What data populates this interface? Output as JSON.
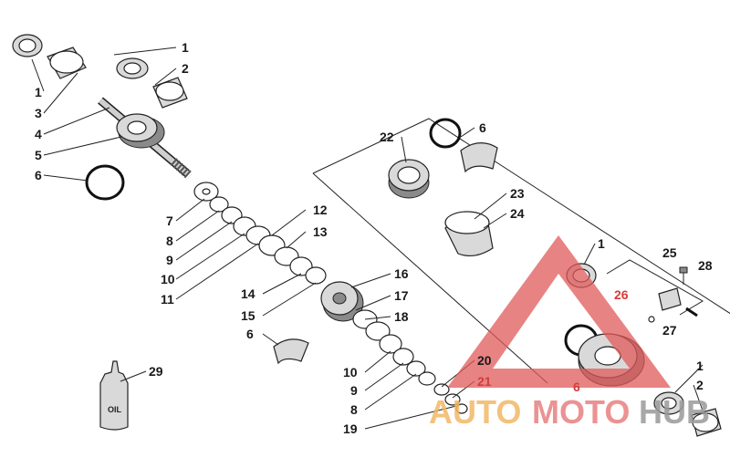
{
  "labels": {
    "l1a": "1",
    "l2a": "2",
    "l1b": "1",
    "l3": "3",
    "l4": "4",
    "l5": "5",
    "l6a": "6",
    "l7": "7",
    "l8a": "8",
    "l9a": "9",
    "l10a": "10",
    "l11": "11",
    "l12": "12",
    "l13": "13",
    "l14": "14",
    "l15": "15",
    "l6b": "6",
    "l16": "16",
    "l17": "17",
    "l18": "18",
    "l10b": "10",
    "l9b": "9",
    "l8b": "8",
    "l19": "19",
    "l20": "20",
    "l21": "21",
    "l22": "22",
    "l6c": "6",
    "l23": "23",
    "l24": "24",
    "l1c": "1",
    "l25": "25",
    "l28": "28",
    "l26": "26",
    "l27": "27",
    "l6d": "6",
    "l1d": "1",
    "l2b": "2",
    "l29": "29"
  },
  "oil_bottle_text": "OIL",
  "watermark": {
    "part1": "AUTO",
    "part2": "MOTO",
    "part3": "HUB"
  },
  "colors": {
    "watermark_orange": "#f2b866",
    "watermark_red": "#e87f7f",
    "watermark_gray": "#9a9a9a",
    "triangle_red": "#e05a5a"
  }
}
